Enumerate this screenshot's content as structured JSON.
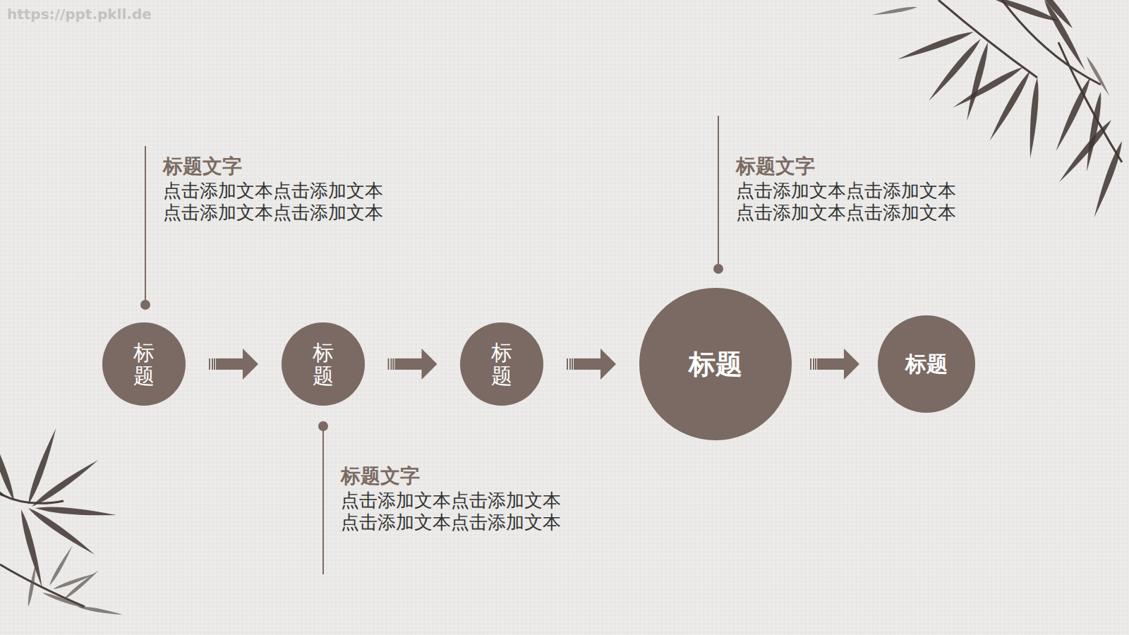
{
  "diagram": {
    "nodes": [
      {
        "text": [
          "标题"
        ]
      },
      {
        "text": [
          "标题"
        ]
      },
      {
        "text": [
          "标题"
        ]
      },
      {
        "text": [
          "标题"
        ]
      },
      {
        "text": [
          "标题"
        ]
      }
    ],
    "edges": [
      {
        "from": 0,
        "to": 1,
        "arrow": "to"
      },
      {
        "from": 1,
        "to": 2,
        "arrow": "to"
      },
      {
        "from": 2,
        "to": 3,
        "arrow": "to"
      },
      {
        "from": 3,
        "to": 4,
        "arrow": "to"
      }
    ],
    "labels": [
      "https://ppt.pkll.de",
      "标题文字",
      "点击添加文本点击添加文本 点击添加文本点击添加文本",
      "标题文字",
      "点击添加文本点击添加文本 点击添加文本点击添加文本",
      "标题文字",
      "点击添加文本点击添加文本 点击添加文本点击添加文本"
    ]
  }
}
